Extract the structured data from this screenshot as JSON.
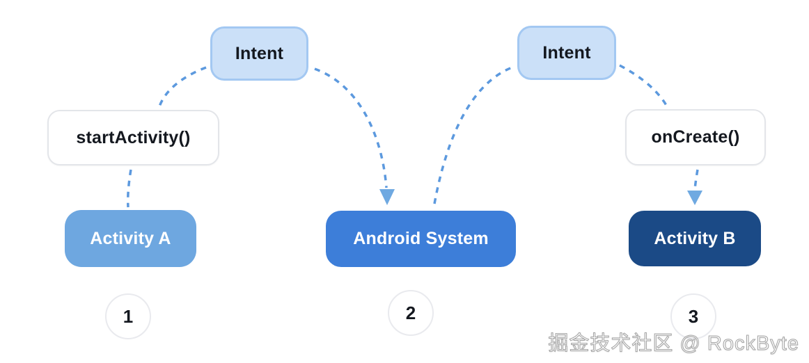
{
  "nodes": {
    "intent_left": "Intent",
    "intent_right": "Intent",
    "start_activity": "startActivity()",
    "on_create": "onCreate()",
    "activity_a": "Activity A",
    "android_system": "Android System",
    "activity_b": "Activity B"
  },
  "steps": [
    "1",
    "2",
    "3"
  ],
  "watermark": "掘金技术社区 @ RockByte",
  "edges": [
    {
      "from": "intent_left",
      "to": "start_activity",
      "style": "dashed",
      "arrow": false
    },
    {
      "from": "start_activity",
      "to": "activity_a",
      "style": "dashed",
      "arrow": false
    },
    {
      "from": "intent_left",
      "to": "android_system",
      "style": "dashed",
      "arrow": true
    },
    {
      "from": "android_system",
      "to": "intent_right",
      "style": "dashed",
      "arrow": false
    },
    {
      "from": "intent_right",
      "to": "on_create",
      "style": "dashed",
      "arrow": false
    },
    {
      "from": "on_create",
      "to": "activity_b",
      "style": "dashed",
      "arrow": true
    }
  ],
  "colors": {
    "intent_fill": "#cbe0f8",
    "intent_border": "#a3c8f2",
    "method_fill": "#ffffff",
    "method_border": "#e3e5e9",
    "activity_a_fill": "#6ea7e0",
    "android_system_fill": "#3d7ed9",
    "activity_b_fill": "#1b4a86",
    "node_text_dark": "#14181f",
    "node_text_light": "#ffffff",
    "connector": "#5c99de",
    "arrowhead": "#6fa9e1",
    "circle_border": "#e9eaee",
    "background": "#ffffff"
  }
}
